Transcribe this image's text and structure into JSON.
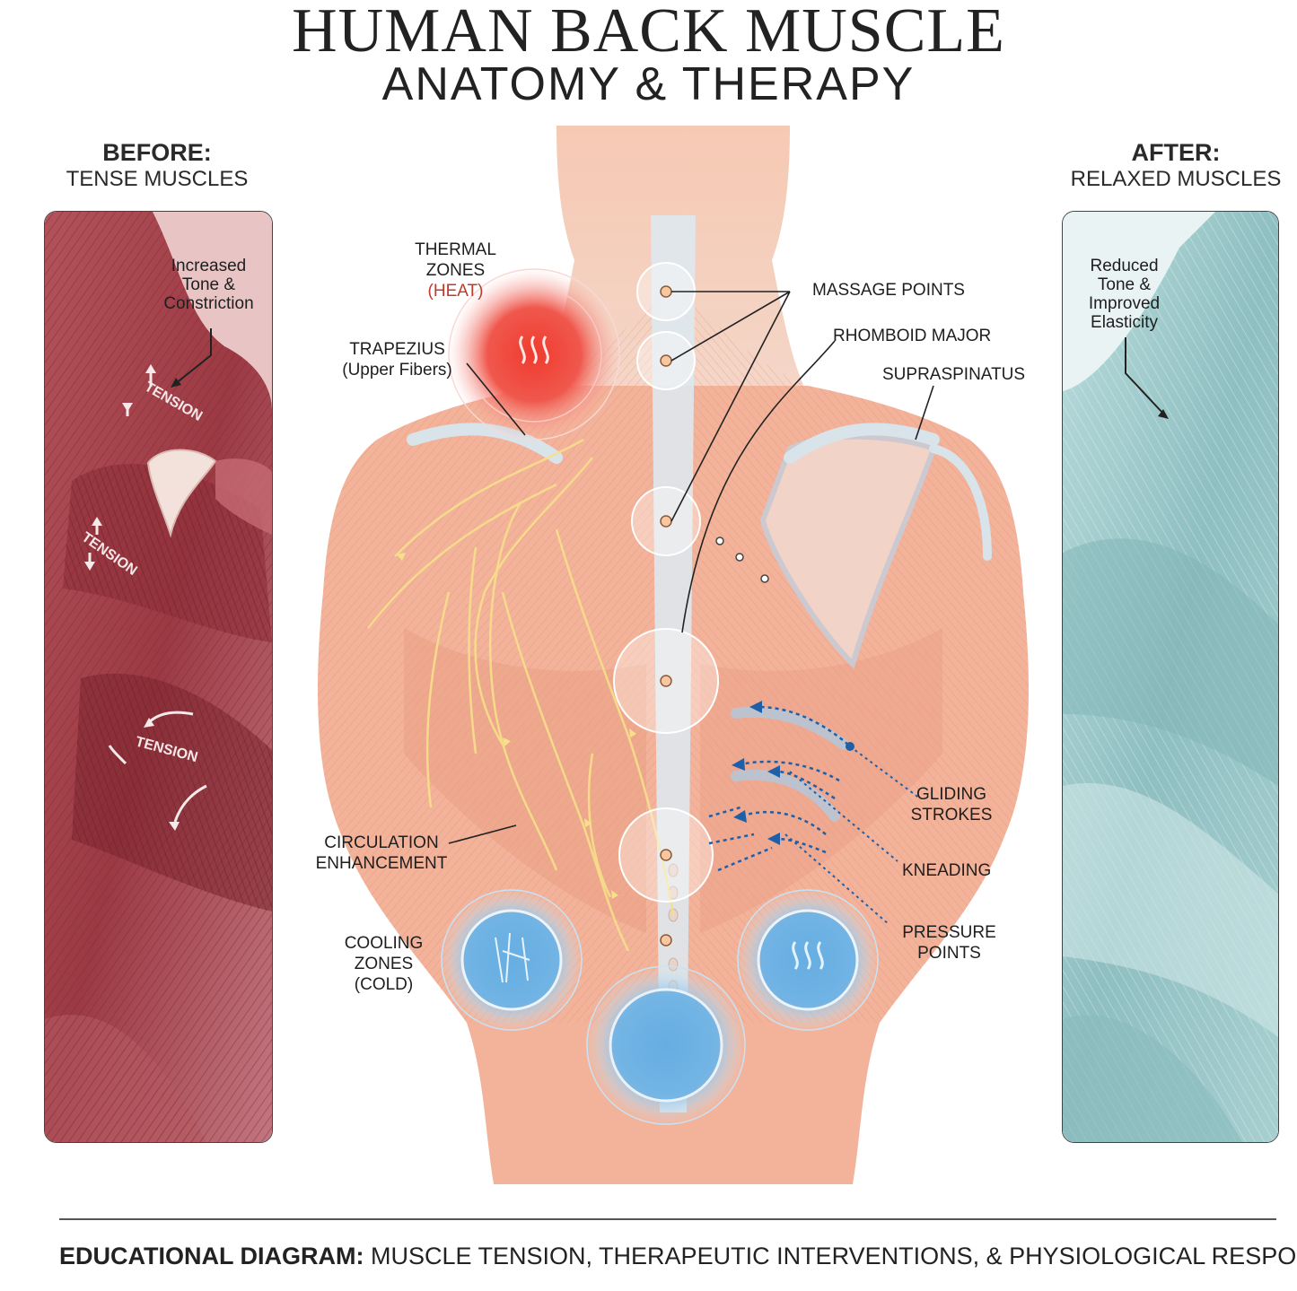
{
  "title": "HUMAN BACK MUSCLE",
  "subtitle": "ANATOMY & THERAPY",
  "before": {
    "heading": "BEFORE:",
    "subheading": "TENSE MUSCLES",
    "note": [
      "Increased",
      "Tone &",
      "Constriction"
    ],
    "tension_words": [
      "TENSION",
      "TENSION",
      "TENSION"
    ]
  },
  "after": {
    "heading": "AFTER:",
    "subheading": "RELAXED MUSCLES",
    "note": [
      "Reduced",
      "Tone &",
      "Improved",
      "Elasticity"
    ]
  },
  "labels": {
    "thermal": [
      "THERMAL",
      "ZONES",
      "(HEAT)"
    ],
    "trapezius": [
      "TRAPEZIUS",
      "(Upper Fibers)"
    ],
    "massage_points": "MASSAGE POINTS",
    "rhomboid": "RHOMBOID MAJOR",
    "supraspinatus": "SUPRASPINATUS",
    "gliding": [
      "GLIDING",
      "STROKES"
    ],
    "kneading": "KNEADING",
    "pressure": [
      "PRESSURE",
      "POINTS"
    ],
    "circulation": [
      "CIRCULATION",
      "ENHANCEMENT"
    ],
    "cooling": [
      "COOLING",
      "ZONES",
      "(COLD)"
    ]
  },
  "footer": {
    "bold": "EDUCATIONAL DIAGRAM:",
    "rest": " MUSCLE TENSION, THERAPEUTIC INTERVENTIONS, & PHYSIOLOGICAL RESPONSE"
  },
  "colors": {
    "heat": "#e8453c",
    "cold": "#5aa7e0",
    "tense_muscle": "#a8414a",
    "relaxed_muscle": "#9cc7c8",
    "skin": "#f1b499",
    "stroke_arrow": "#1f5fa8"
  }
}
